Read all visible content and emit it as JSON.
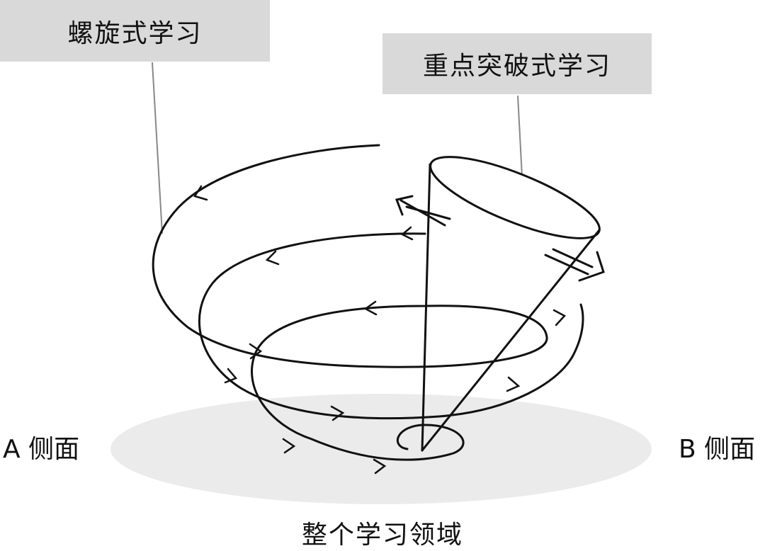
{
  "labels": {
    "spiral_learning": "螺旋式学习",
    "focused_breakthrough_learning": "重点突破式学习",
    "side_a": "A 侧面",
    "side_b": "B 侧面",
    "whole_learning_area": "整个学习领域"
  },
  "colors": {
    "label_box": "#d9d9d9",
    "area_ellipse": "#ebebeb",
    "stroke": "#111111",
    "leader": "#888888"
  }
}
